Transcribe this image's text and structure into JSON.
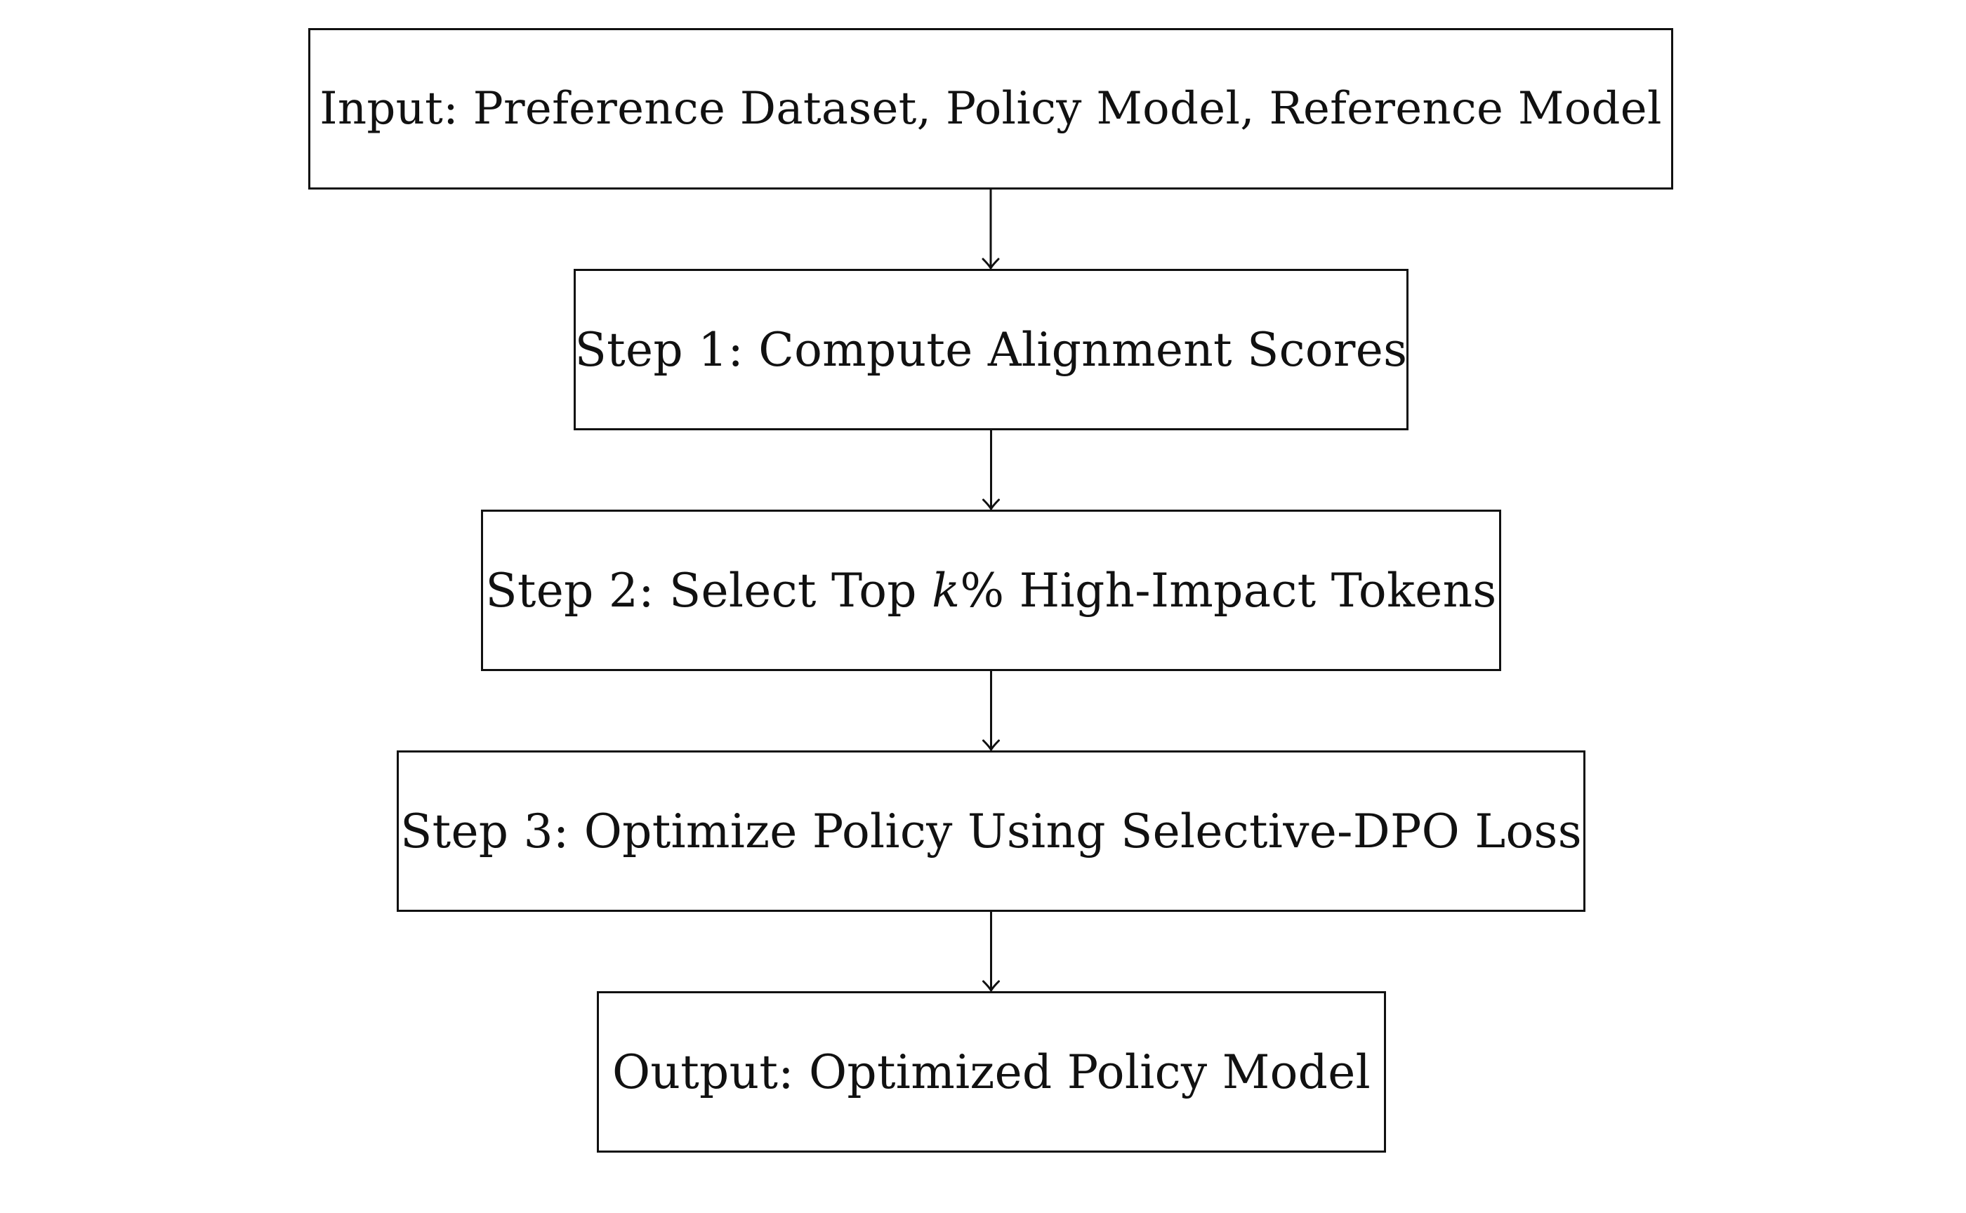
{
  "flowchart": {
    "input": {
      "text": "Input: Preference Dataset, Policy Model, Reference Model"
    },
    "step1": {
      "text": "Step 1: Compute Alignment Scores"
    },
    "step2": {
      "prefix": "Step 2: Select Top ",
      "var": "k",
      "suffix": "% High-Impact Tokens"
    },
    "step3": {
      "text": "Step 3: Optimize Policy Using Selective-DPO Loss"
    },
    "output": {
      "text": "Output: Optimized Policy Model"
    }
  },
  "edges": [
    {
      "from": "input",
      "to": "step1"
    },
    {
      "from": "step1",
      "to": "step2"
    },
    {
      "from": "step2",
      "to": "step3"
    },
    {
      "from": "step3",
      "to": "output"
    }
  ]
}
